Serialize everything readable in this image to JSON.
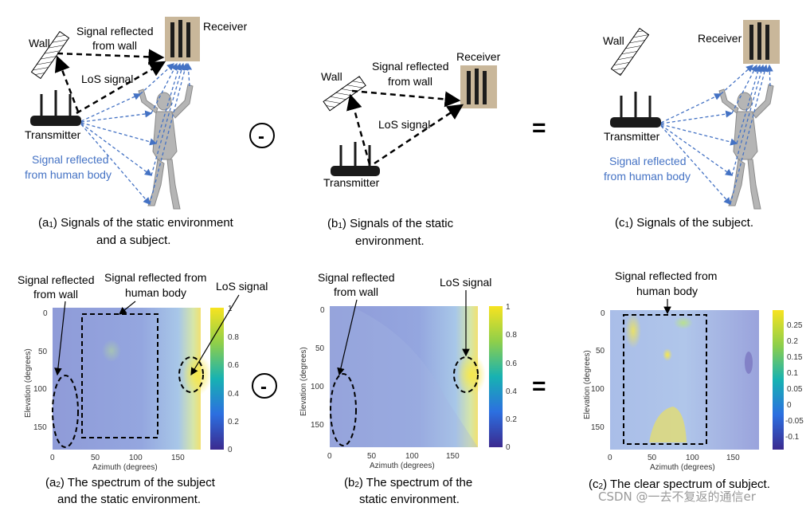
{
  "colors": {
    "signal_blue": "#4472c4",
    "black_dash": "#000000",
    "colormap_low": "#3b2a8f",
    "colormap_high": "#f7e320"
  },
  "top": {
    "a": {
      "wall": "Wall",
      "refl_wall_1": "Signal reflected",
      "refl_wall_2": "from wall",
      "receiver": "Receiver",
      "los": "LoS signal",
      "transmitter": "Transmitter",
      "human_1": "Signal reflected",
      "human_2": "from human body",
      "cap1_prefix": "(a",
      "cap1_sub": "1",
      "cap1_rest": ") Signals of the static environment",
      "cap2": "and a subject."
    },
    "b": {
      "wall": "Wall",
      "refl_wall_1": "Signal reflected",
      "refl_wall_2": "from wall",
      "receiver": "Receiver",
      "los": "LoS signal",
      "transmitter": "Transmitter",
      "cap1_prefix": "(b",
      "cap1_sub": "1",
      "cap1_rest": ") Signals of the static",
      "cap2": "environment."
    },
    "c": {
      "wall": "Wall",
      "receiver": "Receiver",
      "transmitter": "Transmitter",
      "human_1": "Signal reflected",
      "human_2": "from human body",
      "cap1_prefix": "(c",
      "cap1_sub": "1",
      "cap1_rest": ") Signals of the subject."
    },
    "op_minus": "-",
    "op_equals": "="
  },
  "bottom": {
    "a": {
      "ann_wall_1": "Signal reflected",
      "ann_wall_2": "from wall",
      "ann_human_1": "Signal reflected from",
      "ann_human_2": "human body",
      "ann_los": "LoS signal",
      "xlabel": "Azimuth (degrees)",
      "ylabel": "Elevation (degrees)",
      "xticks": [
        "0",
        "50",
        "100",
        "150"
      ],
      "yticks": [
        "0",
        "50",
        "100",
        "150"
      ],
      "cbar_ticks": [
        "1",
        "0.8",
        "0.6",
        "0.4",
        "0.2",
        "0"
      ],
      "cap1_prefix": "(a",
      "cap1_sub": "2",
      "cap1_rest": ") The spectrum of the subject",
      "cap2": "and the static environment."
    },
    "b": {
      "ann_wall_1": "Signal reflected",
      "ann_wall_2": "from wall",
      "ann_los": "LoS signal",
      "xlabel": "Azimuth (degrees)",
      "ylabel": "Elevation (degrees)",
      "xticks": [
        "0",
        "50",
        "100",
        "150"
      ],
      "yticks": [
        "0",
        "50",
        "100",
        "150"
      ],
      "cbar_ticks": [
        "1",
        "0.8",
        "0.6",
        "0.4",
        "0.2",
        "0"
      ],
      "cap1_prefix": "(b",
      "cap1_sub": "2",
      "cap1_rest": ") The spectrum of the",
      "cap2": "static environment."
    },
    "c": {
      "ann_human_1": "Signal reflected from",
      "ann_human_2": "human body",
      "xlabel": "Azimuth (degrees)",
      "ylabel": "Elevation (degrees)",
      "xticks": [
        "0",
        "50",
        "100",
        "150"
      ],
      "yticks": [
        "0",
        "50",
        "100",
        "150"
      ],
      "cbar_ticks": [
        "0.25",
        "0.2",
        "0.15",
        "0.1",
        "0.05",
        "0",
        "-0.05",
        "-0.1"
      ],
      "cap1_prefix": "(c",
      "cap1_sub": "2",
      "cap1_rest": ") The clear spectrum of subject."
    },
    "op_minus": "-",
    "op_equals": "="
  },
  "watermark": "CSDN @一去不复返的通信er"
}
